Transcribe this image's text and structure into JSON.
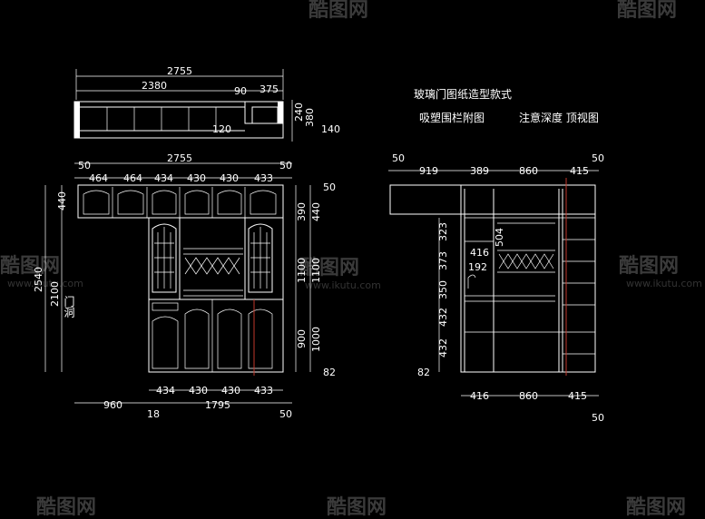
{
  "notes": {
    "title": "玻璃门图纸造型款式",
    "sub_left": "吸塑围栏附图",
    "sub_right": "注意深度 顶视图",
    "door_opening": "门洞"
  },
  "watermark": {
    "brand": "酷图网",
    "url": "www.ikutu.com"
  },
  "top_view": {
    "overall": "2755",
    "left_part": "2380",
    "gap": "90",
    "right_part": "375",
    "inner": "120",
    "d1": "240",
    "d2": "380",
    "d3": "140"
  },
  "front_view": {
    "overall": "2755",
    "margin_left": "50",
    "margin_right": "50",
    "cols_top": [
      "464",
      "464",
      "434",
      "430",
      "430",
      "433"
    ],
    "cols_bottom": [
      "434",
      "430",
      "430",
      "433"
    ],
    "bottom_left": "960",
    "bottom_mid": "1795",
    "bottom_gap": "18",
    "bottom_end": "50",
    "height_total": "2540",
    "height_door": "2100",
    "upper": "440",
    "right_top": "50",
    "right_a": "390",
    "right_b": "440",
    "right_c": "1100",
    "right_d": "1100",
    "right_e": "900",
    "right_f": "1000",
    "right_base": "82"
  },
  "side_view": {
    "left_margin": "50",
    "cols": [
      "919",
      "389",
      "860",
      "415"
    ],
    "right_margin": "50",
    "shelves": [
      "323",
      "373",
      "350",
      "432",
      "432"
    ],
    "base": "82",
    "wine_w": "416",
    "wine_h": "504",
    "small": "192",
    "bottom_cols": [
      "416",
      "860",
      "415"
    ],
    "bottom_end": "50"
  }
}
